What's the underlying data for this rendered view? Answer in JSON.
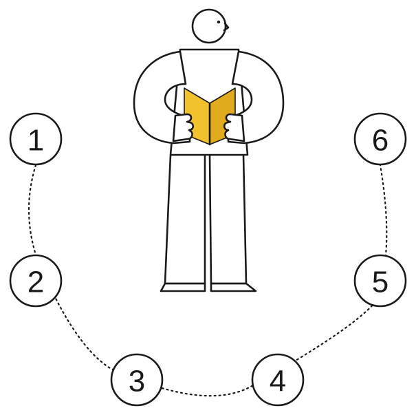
{
  "steps": [
    {
      "label": "1"
    },
    {
      "label": "2"
    },
    {
      "label": "3"
    },
    {
      "label": "4"
    },
    {
      "label": "5"
    },
    {
      "label": "6"
    }
  ],
  "colors": {
    "ink": "#1a1a1a",
    "book": "#f2c12e",
    "book_shade": "#e0ab1c",
    "background": "#ffffff"
  },
  "figure": {
    "icon": "person-holding-book-icon"
  }
}
